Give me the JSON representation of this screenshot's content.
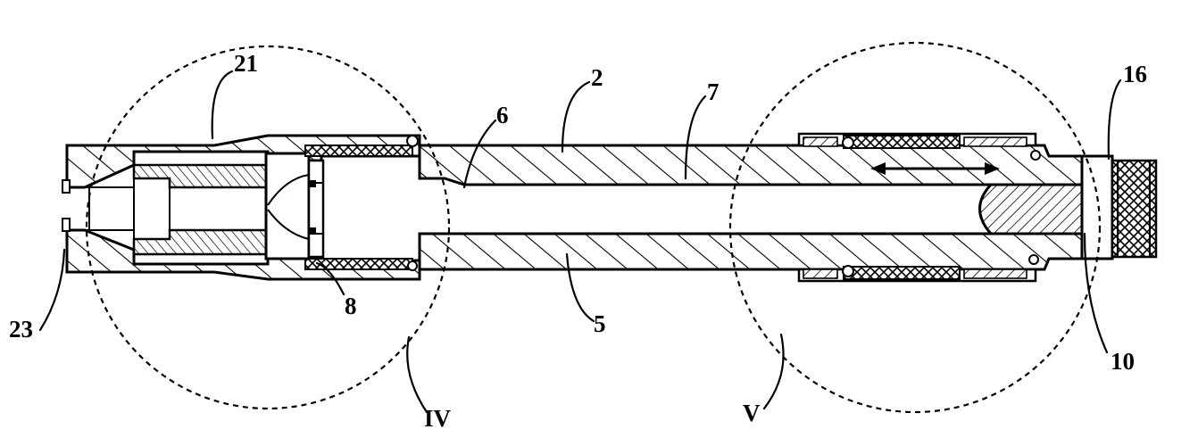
{
  "labels": {
    "l2": "2",
    "l5": "5",
    "l6": "6",
    "l7": "7",
    "l8": "8",
    "l10": "10",
    "l16": "16",
    "l21": "21",
    "l23": "23",
    "lIV": "IV",
    "lV": "V"
  },
  "colors": {
    "ink": "#000000",
    "background": "#ffffff"
  }
}
